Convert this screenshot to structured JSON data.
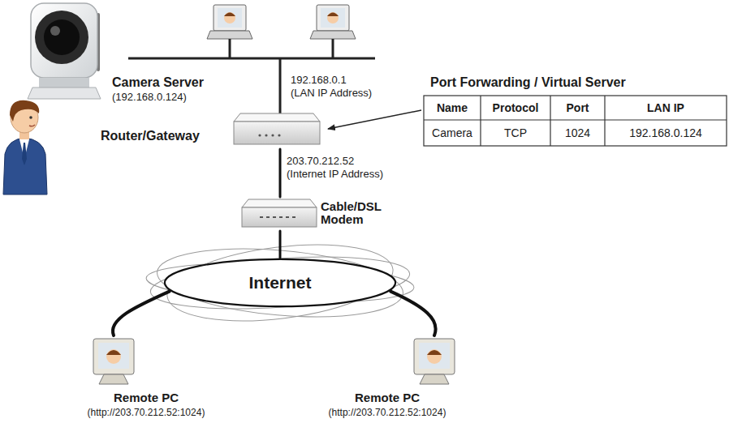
{
  "diagram": {
    "nodes": [
      {
        "text": [
          "Router/Gateway"
        ]
      },
      {
        "text": [
          "Cable/DSL Modem"
        ]
      },
      {
        "text": [
          "Internet"
        ]
      },
      {
        "text": [
          "Remote PC",
          "(http://203.70.212.52:1024)"
        ]
      },
      {
        "text": [
          "Remote PC",
          "(http://203.70.212.52:1024)"
        ]
      }
    ],
    "edges": [
      {
        "from": 0,
        "to": 1,
        "arrow": "none"
      },
      {
        "from": 1,
        "to": 2,
        "arrow": "none"
      },
      {
        "from": 2,
        "to": 3,
        "arrow": "none"
      },
      {
        "from": 2,
        "to": 4,
        "arrow": "none"
      }
    ],
    "labels": [
      "Camera Server",
      "(192.168.0.124)",
      "192.168.0.1",
      "(LAN IP Address)",
      "Port Forwarding / Virtual Server",
      "Name",
      "Protocol",
      "Port",
      "LAN IP",
      "Camera",
      "TCP",
      "1024",
      "192.168.0.124",
      "203.70.212.52",
      "(Internet IP Address)"
    ]
  }
}
